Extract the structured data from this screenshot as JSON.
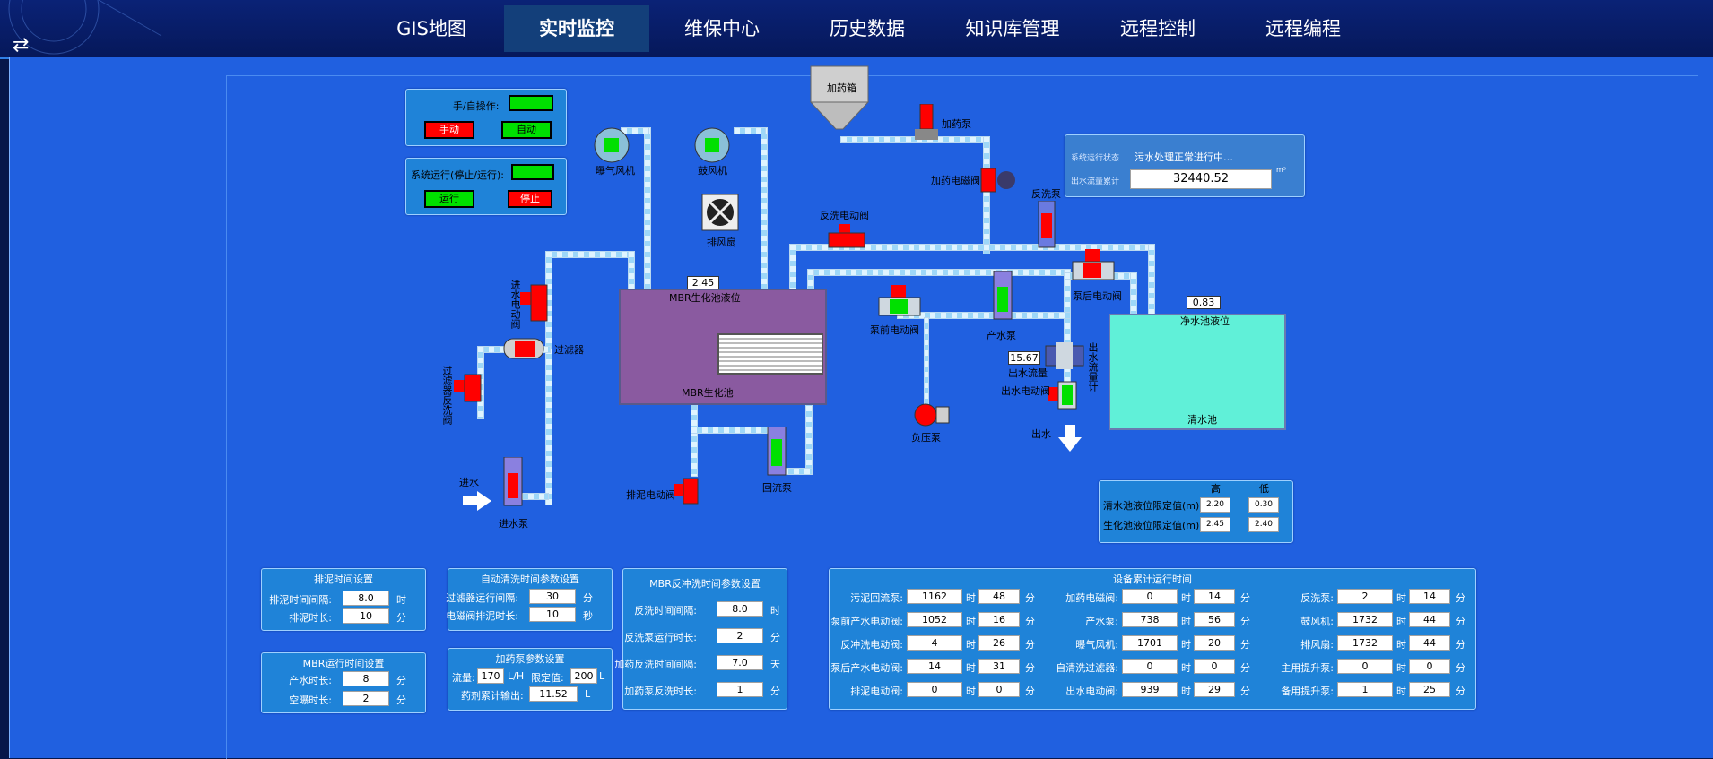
{
  "nav": {
    "tabs": [
      {
        "label": "GIS地图"
      },
      {
        "label": "实时监控"
      },
      {
        "label": "维保中心"
      },
      {
        "label": "历史数据"
      },
      {
        "label": "知识库管理"
      },
      {
        "label": "远程控制"
      },
      {
        "label": "远程编程"
      }
    ],
    "active_index": 1
  },
  "mode_panel": {
    "manual_auto_label": "手/自操作:",
    "manual_label": "手动",
    "auto_label": "自动",
    "run_label": "系统运行(停止/运行):",
    "run_btn": "运行",
    "stop_btn": "停止"
  },
  "status_panel": {
    "state_label": "系统运行状态",
    "state_value": "污水处理正常进行中…",
    "flow_label": "出水流量累计",
    "flow_value": "32440.52",
    "flow_unit": "m³"
  },
  "process": {
    "dosing_tank": "加药箱",
    "dosing_pump": "加药泵",
    "dosing_valve": "加药电磁阀",
    "aeration_fan": "曝气风机",
    "blower": "鼓风机",
    "exhaust_fan": "排风扇",
    "backwash_valve": "反洗电动阀",
    "backwash_pump": "反洗泵",
    "pre_pump_valve": "泵前电动阀",
    "post_pump_valve": "泵后电动阀",
    "product_pump": "产水泵",
    "vacuum_pump": "负压泵",
    "mbr_level_value": "2.45",
    "mbr_level_label": "MBR生化池液位",
    "mbr_tank": "MBR生化池",
    "clean_level_value": "0.83",
    "clean_level_label": "净水池液位",
    "clean_tank": "清水池",
    "outlet_flow_value": "15.67",
    "outlet_flow_label": "出水流量",
    "outlet_flowmeter": "出水流量计",
    "outlet_valve": "出水电动阀",
    "outlet": "出水",
    "inlet_valve": "进水电动阀",
    "filter": "过滤器",
    "filter_backwash_valve": "过滤器反洗阀",
    "inlet": "进水",
    "inlet_pump": "进水泵",
    "sludge_valve": "排泥电动阀",
    "return_pump": "回流泵"
  },
  "level_limits": {
    "high": "高",
    "low": "低",
    "rows": [
      {
        "label": "清水池液位限定值(m):",
        "high": "2.20",
        "low": "0.30"
      },
      {
        "label": "生化池液位限定值(m):",
        "high": "2.45",
        "low": "2.40"
      }
    ]
  },
  "sludge_panel": {
    "title": "排泥时间设置",
    "rows": [
      {
        "label": "排泥时间间隔:",
        "value": "8.0",
        "unit": "时"
      },
      {
        "label": "排泥时长:",
        "value": "10",
        "unit": "分"
      }
    ]
  },
  "autoclean_panel": {
    "title": "自动清洗时间参数设置",
    "rows": [
      {
        "label": "过滤器运行间隔:",
        "value": "30",
        "unit": "分"
      },
      {
        "label": "电磁阀排泥时长:",
        "value": "10",
        "unit": "秒"
      }
    ]
  },
  "mbr_backwash_panel": {
    "title": "MBR反冲洗时间参数设置",
    "rows": [
      {
        "label": "反洗时间间隔:",
        "value": "8.0",
        "unit": "时"
      },
      {
        "label": "反洗泵运行时长:",
        "value": "2",
        "unit": "分"
      },
      {
        "label": "加药反洗时间间隔:",
        "value": "7.0",
        "unit": "天"
      },
      {
        "label": "加药泵反洗时长:",
        "value": "1",
        "unit": "分"
      }
    ]
  },
  "mbr_run_panel": {
    "title": "MBR运行时间设置",
    "rows": [
      {
        "label": "产水时长:",
        "value": "8",
        "unit": "分"
      },
      {
        "label": "空曝时长:",
        "value": "2",
        "unit": "分"
      }
    ]
  },
  "dosing_panel": {
    "title": "加药泵参数设置",
    "flow_label": "流量:",
    "flow_value": "170",
    "flow_unit": "L/H",
    "limit_label": "限定值:",
    "limit_value": "200",
    "limit_unit": "L",
    "total_label": "药剂累计输出:",
    "total_value": "11.52",
    "total_unit": "L"
  },
  "runtime_panel": {
    "title": "设备累计运行时间",
    "hour_unit": "时",
    "min_unit": "分",
    "rows": [
      [
        {
          "label": "污泥回流泵:",
          "h": "1162",
          "m": "48"
        },
        {
          "label": "加药电磁阀:",
          "h": "0",
          "m": "14"
        },
        {
          "label": "反洗泵:",
          "h": "2",
          "m": "14"
        }
      ],
      [
        {
          "label": "泵前产水电动阀:",
          "h": "1052",
          "m": "16"
        },
        {
          "label": "产水泵:",
          "h": "738",
          "m": "56"
        },
        {
          "label": "鼓风机:",
          "h": "1732",
          "m": "44"
        }
      ],
      [
        {
          "label": "反冲洗电动阀:",
          "h": "4",
          "m": "26"
        },
        {
          "label": "曝气风机:",
          "h": "1701",
          "m": "20"
        },
        {
          "label": "排风扇:",
          "h": "1732",
          "m": "44"
        }
      ],
      [
        {
          "label": "泵后产水电动阀:",
          "h": "14",
          "m": "31"
        },
        {
          "label": "自清洗过滤器:",
          "h": "0",
          "m": "0"
        },
        {
          "label": "主用提升泵:",
          "h": "0",
          "m": "0"
        }
      ],
      [
        {
          "label": "排泥电动阀:",
          "h": "0",
          "m": "0"
        },
        {
          "label": "出水电动阀:",
          "h": "939",
          "m": "29"
        },
        {
          "label": "备用提升泵:",
          "h": "1",
          "m": "25"
        }
      ]
    ]
  },
  "colors": {
    "bg": "#2060e0",
    "panel": "#1f83d8",
    "on": "#00e000",
    "off": "#ff0000"
  }
}
